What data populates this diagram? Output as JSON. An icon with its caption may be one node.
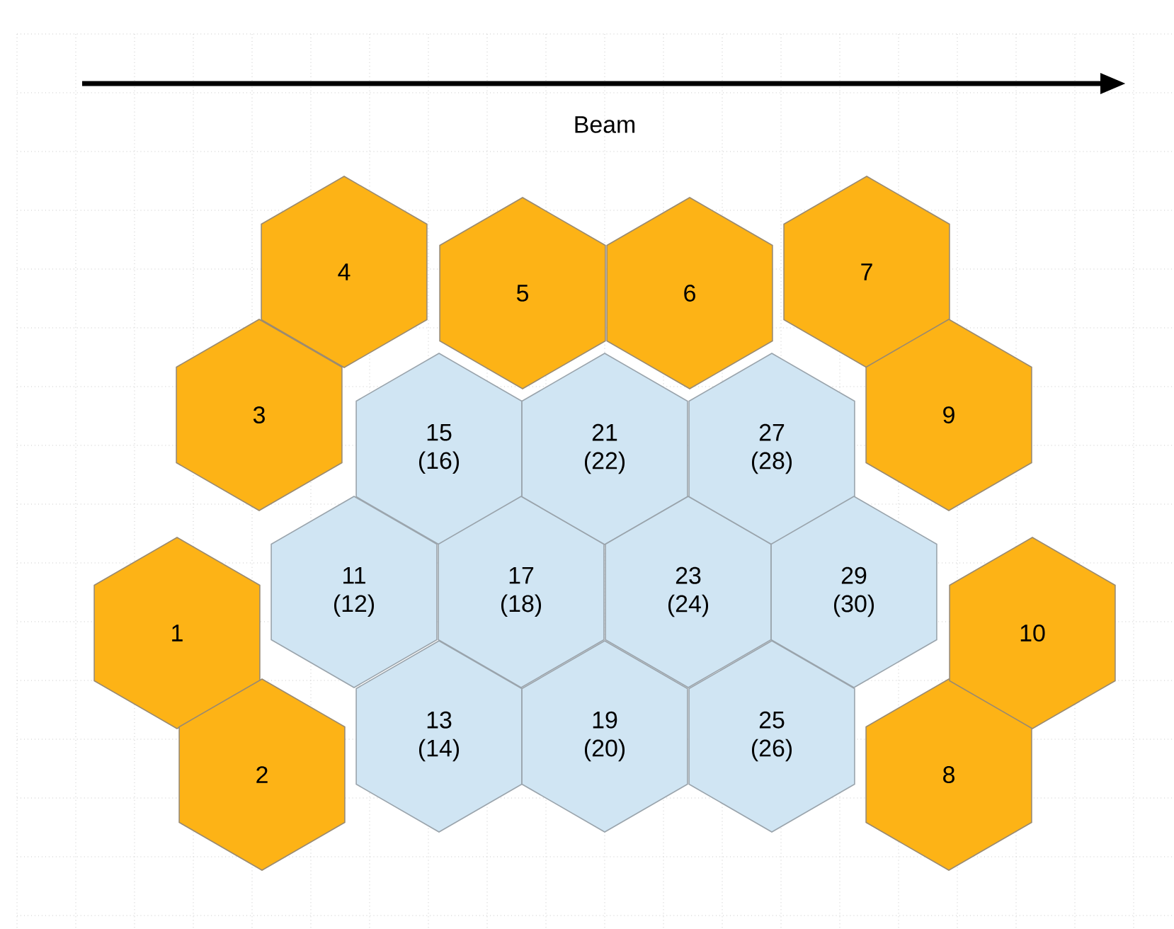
{
  "diagram": {
    "nodes": [
      {
        "text": [
          "1"
        ]
      },
      {
        "text": [
          "2"
        ]
      },
      {
        "text": [
          "3"
        ]
      },
      {
        "text": [
          "4"
        ]
      },
      {
        "text": [
          "5"
        ]
      },
      {
        "text": [
          "6"
        ]
      },
      {
        "text": [
          "7"
        ]
      },
      {
        "text": [
          "8"
        ]
      },
      {
        "text": [
          "9"
        ]
      },
      {
        "text": [
          "10"
        ]
      },
      {
        "text": [
          "11 (12)"
        ]
      },
      {
        "text": [
          "13 (14)"
        ]
      },
      {
        "text": [
          "15 (16)"
        ]
      },
      {
        "text": [
          "17 (18)"
        ]
      },
      {
        "text": [
          "19 (20)"
        ]
      },
      {
        "text": [
          "21 (22)"
        ]
      },
      {
        "text": [
          "23 (24)"
        ]
      },
      {
        "text": [
          "25 (26)"
        ]
      },
      {
        "text": [
          "27 (28)"
        ]
      },
      {
        "text": [
          "29 (30)"
        ]
      }
    ],
    "labels": [
      "Beam"
    ]
  }
}
